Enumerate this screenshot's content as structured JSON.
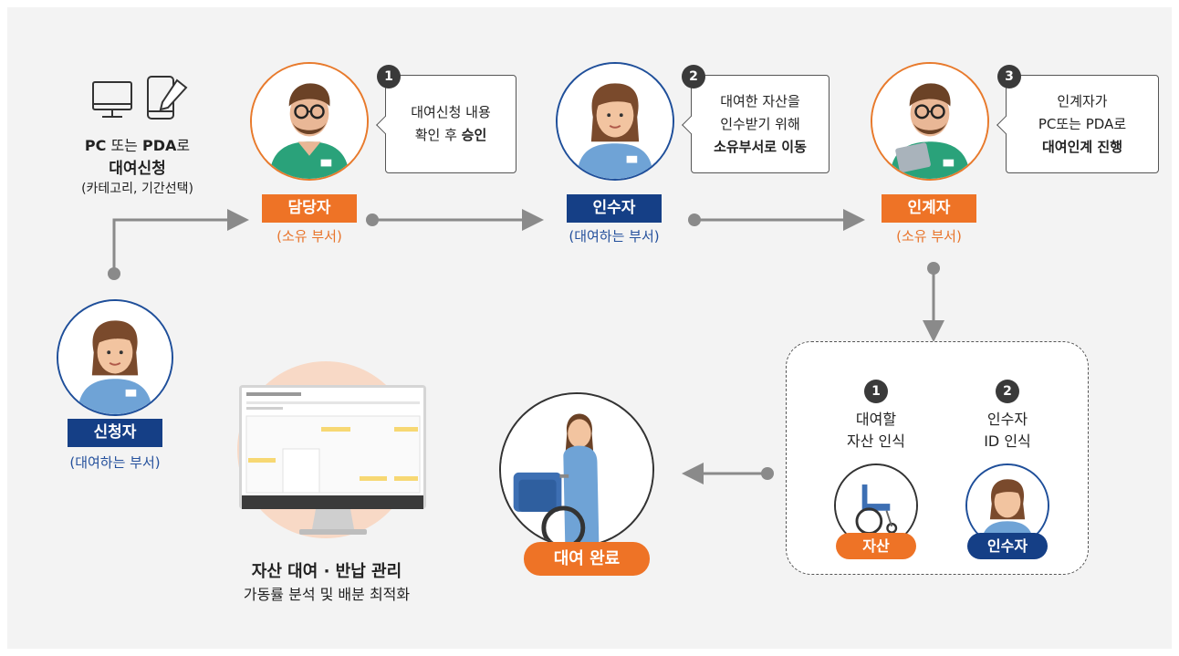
{
  "requester": {
    "channel_line1": "PC 또는 PDA로",
    "channel_line2": "대여신청",
    "channel_line3": "(카테고리, 기간선택)",
    "role": "신청자",
    "dept": "(대여하는 부서)"
  },
  "manager": {
    "role": "담당자",
    "dept": "(소유 부서)",
    "step": "1",
    "note_line1": "대여신청 내용",
    "note_line2_plain": "확인 후 ",
    "note_line2_bold": "승인"
  },
  "receiver": {
    "role": "인수자",
    "dept": "(대여하는 부서)",
    "step": "2",
    "note_line1": "대여한 자산을",
    "note_line2": "인수받기 위해",
    "note_line3": "소유부서로 이동"
  },
  "handover": {
    "role": "인계자",
    "dept": "(소유 부서)",
    "step": "3",
    "note_line1": "인계자가",
    "note_line2": "PC또는 PDA로",
    "note_line3": "대여인계 진행"
  },
  "recognition": {
    "item1_num": "1",
    "item1_line1": "대여할",
    "item1_line2": "자산 인식",
    "item1_tag": "자산",
    "item2_num": "2",
    "item2_line1": "인수자",
    "item2_line2": "ID 인식",
    "item2_tag": "인수자"
  },
  "complete": {
    "label": "대여 완료"
  },
  "management": {
    "title": "자산 대여 · 반납 관리",
    "subtitle": "가동률 분석 및 배분 최적화"
  },
  "colors": {
    "orange": "#ee7326",
    "navy": "#153f86",
    "line": "#8a8a8a",
    "background": "#f3f3f3"
  }
}
